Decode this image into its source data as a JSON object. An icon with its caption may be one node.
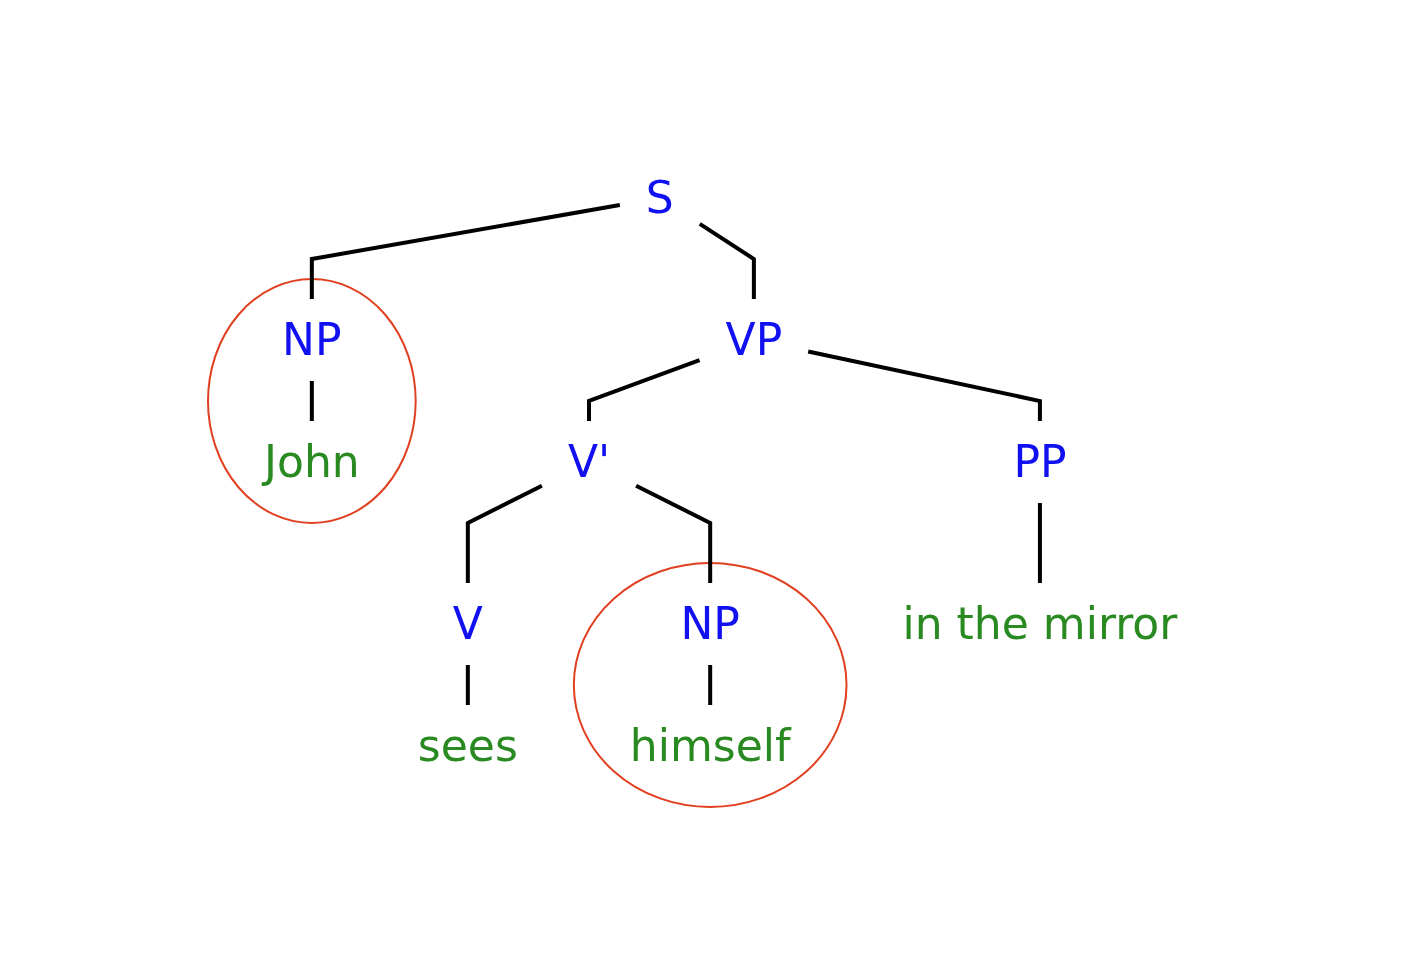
{
  "diagram": {
    "nodes": [
      {
        "text": [
          "S"
        ]
      },
      {
        "text": [],
        "shape": "circle"
      },
      {
        "text": [
          "NP"
        ],
        "in": 1
      },
      {
        "text": [
          "John"
        ],
        "in": 1
      },
      {
        "text": [
          "VP"
        ]
      },
      {
        "text": [
          "V'"
        ]
      },
      {
        "text": [
          "PP"
        ]
      },
      {
        "text": [
          "V"
        ]
      },
      {
        "text": [],
        "shape": "circle"
      },
      {
        "text": [
          "NP"
        ],
        "in": 8
      },
      {
        "text": [
          "himself"
        ],
        "in": 8
      },
      {
        "text": [
          "sees"
        ]
      },
      {
        "text": [
          "in the mirror"
        ]
      }
    ],
    "edges": [
      {
        "from": 0,
        "to": 2,
        "arrow": "none"
      },
      {
        "from": 0,
        "to": 4,
        "arrow": "none"
      },
      {
        "from": 2,
        "to": 3,
        "arrow": "none"
      },
      {
        "from": 4,
        "to": 5,
        "arrow": "none"
      },
      {
        "from": 4,
        "to": 6,
        "arrow": "none"
      },
      {
        "from": 5,
        "to": 7,
        "arrow": "none"
      },
      {
        "from": 5,
        "to": 9,
        "arrow": "none"
      },
      {
        "from": 6,
        "to": 12,
        "arrow": "none"
      },
      {
        "from": 7,
        "to": 11,
        "arrow": "none"
      },
      {
        "from": 9,
        "to": 10,
        "arrow": "none"
      }
    ]
  }
}
